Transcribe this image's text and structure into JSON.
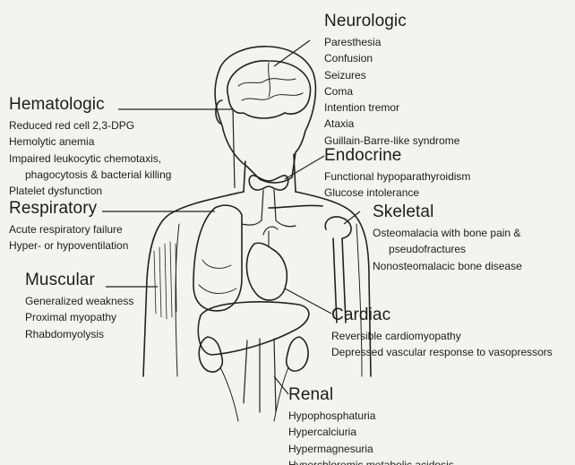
{
  "systems": {
    "neurologic": {
      "title": "Neurologic",
      "items": [
        "Paresthesia",
        "Confusion",
        "Seizures",
        "Coma",
        "Intention tremor",
        "Ataxia",
        "Guillain-Barre-like syndrome"
      ]
    },
    "hematologic": {
      "title": "Hematologic",
      "items": [
        "Reduced red cell 2,3-DPG",
        "Hemolytic anemia",
        "Impaired leukocytic chemotaxis,",
        "phagocytosis & bacterial killing",
        "Platelet dysfunction"
      ]
    },
    "endocrine": {
      "title": "Endocrine",
      "items": [
        "Functional hypoparathyroidism",
        "Glucose intolerance"
      ]
    },
    "respiratory": {
      "title": "Respiratory",
      "items": [
        "Acute respiratory failure",
        "Hyper- or hypoventilation"
      ]
    },
    "skeletal": {
      "title": "Skeletal",
      "items": [
        "Osteomalacia with bone pain &",
        "pseudofractures",
        "Nonosteomalacic bone disease"
      ]
    },
    "muscular": {
      "title": "Muscular",
      "items": [
        "Generalized weakness",
        "Proximal myopathy",
        "Rhabdomyolysis"
      ]
    },
    "cardiac": {
      "title": "Cardiac",
      "items": [
        "Reversible cardiomyopathy",
        "Depressed vascular response to vasopressors"
      ]
    },
    "renal": {
      "title": "Renal",
      "items": [
        "Hypophosphaturia",
        "Hypercalciuria",
        "Hypermagnesuria",
        "Hyperchloremic metabolic acidosis"
      ]
    }
  }
}
